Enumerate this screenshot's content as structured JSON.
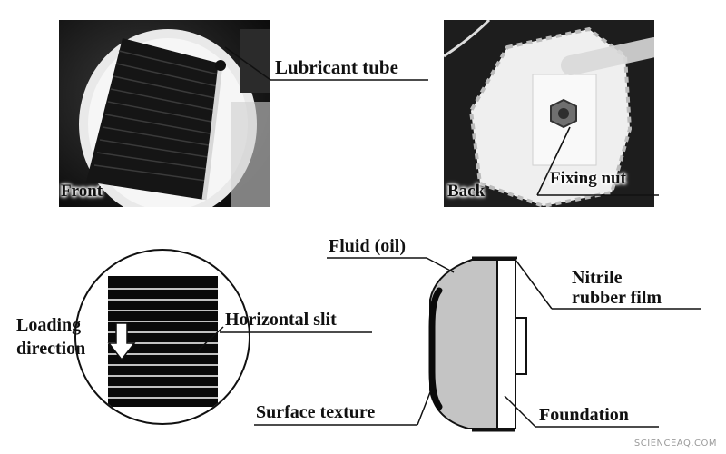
{
  "photos": {
    "front": {
      "label": "Front",
      "callout": "Lubricant tube"
    },
    "back": {
      "label": "Back",
      "callout": "Fixing nut"
    }
  },
  "texture_detail": {
    "loading_direction_line1": "Loading",
    "loading_direction_line2": "direction",
    "slit_label": "Horizontal slit"
  },
  "cross_section": {
    "fluid_label": "Fluid (oil)",
    "film_label_line1": "Nitrile",
    "film_label_line2": "rubber film",
    "surface_label": "Surface texture",
    "foundation_label": "Foundation"
  },
  "watermark": "SCIENCEAQ.COM"
}
